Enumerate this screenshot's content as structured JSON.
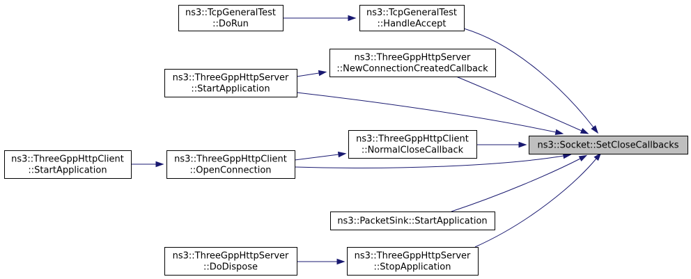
{
  "graph": {
    "nodes": {
      "tcp_dorun": {
        "lines": [
          "ns3::TcpGeneralTest",
          "::DoRun"
        ]
      },
      "tcp_handleaccept": {
        "lines": [
          "ns3::TcpGeneralTest",
          "::HandleAccept"
        ]
      },
      "server_newconn": {
        "lines": [
          "ns3::ThreeGppHttpServer",
          "::NewConnectionCreatedCallback"
        ]
      },
      "server_startapp": {
        "lines": [
          "ns3::ThreeGppHttpServer",
          "::StartApplication"
        ]
      },
      "client_normalclose": {
        "lines": [
          "ns3::ThreeGppHttpClient",
          "::NormalCloseCallback"
        ]
      },
      "client_startapp": {
        "lines": [
          "ns3::ThreeGppHttpClient",
          "::StartApplication"
        ]
      },
      "client_openconn": {
        "lines": [
          "ns3::ThreeGppHttpClient",
          "::OpenConnection"
        ]
      },
      "packetsink_startapp": {
        "lines": [
          "ns3::PacketSink::StartApplication"
        ]
      },
      "server_dodispose": {
        "lines": [
          "ns3::ThreeGppHttpServer",
          "::DoDispose"
        ]
      },
      "server_stopapp": {
        "lines": [
          "ns3::ThreeGppHttpServer",
          "::StopApplication"
        ]
      },
      "socket_setclose": {
        "lines": [
          "ns3::Socket::SetCloseCallbacks"
        ],
        "highlight": true
      }
    },
    "edges": [
      {
        "from": "tcp_dorun",
        "to": "tcp_handleaccept"
      },
      {
        "from": "tcp_handleaccept",
        "to": "socket_setclose"
      },
      {
        "from": "server_startapp",
        "to": "server_newconn"
      },
      {
        "from": "server_newconn",
        "to": "socket_setclose"
      },
      {
        "from": "server_startapp",
        "to": "socket_setclose"
      },
      {
        "from": "client_openconn",
        "to": "client_normalclose"
      },
      {
        "from": "client_normalclose",
        "to": "socket_setclose"
      },
      {
        "from": "client_startapp",
        "to": "client_openconn"
      },
      {
        "from": "client_openconn",
        "to": "socket_setclose"
      },
      {
        "from": "packetsink_startapp",
        "to": "socket_setclose"
      },
      {
        "from": "server_dodispose",
        "to": "server_stopapp"
      },
      {
        "from": "server_stopapp",
        "to": "socket_setclose"
      }
    ],
    "colors": {
      "edge": "#191970",
      "target_fill": "#bfbfbf",
      "node_fill": "#ffffff",
      "border": "#000000"
    }
  }
}
